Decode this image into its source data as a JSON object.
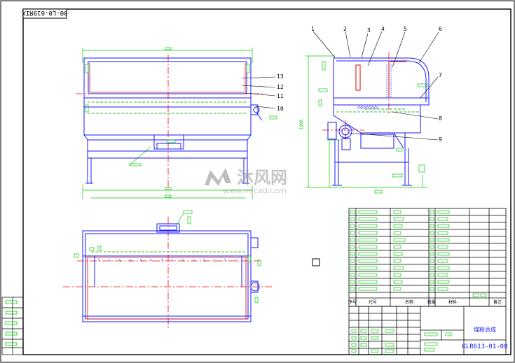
{
  "drawing": {
    "rotated_number": "00-L0-619ЯIX",
    "title_block_number": "KLR613-01-00",
    "title_block_name": "煤粉总成",
    "front_view_height_dim": "1000"
  },
  "bom_headers": {
    "seq": "序号",
    "code": "代号",
    "name": "名称",
    "qty": "数量",
    "material": "材料",
    "remark": "备注"
  },
  "balloons": [
    "1",
    "2",
    "3",
    "4",
    "5",
    "6",
    "7",
    "8",
    "9",
    "10",
    "11",
    "12",
    "13"
  ],
  "watermark": {
    "brand": "沐风网",
    "url": "www.mfcad.com"
  },
  "colors": {
    "paper": "#ffffff",
    "frame": "#000000",
    "outline": "#1a1aff",
    "center_line": "#ff0000",
    "dimension": "#00cc00",
    "hidden": "#00a000",
    "inner_red": "#e00000"
  }
}
